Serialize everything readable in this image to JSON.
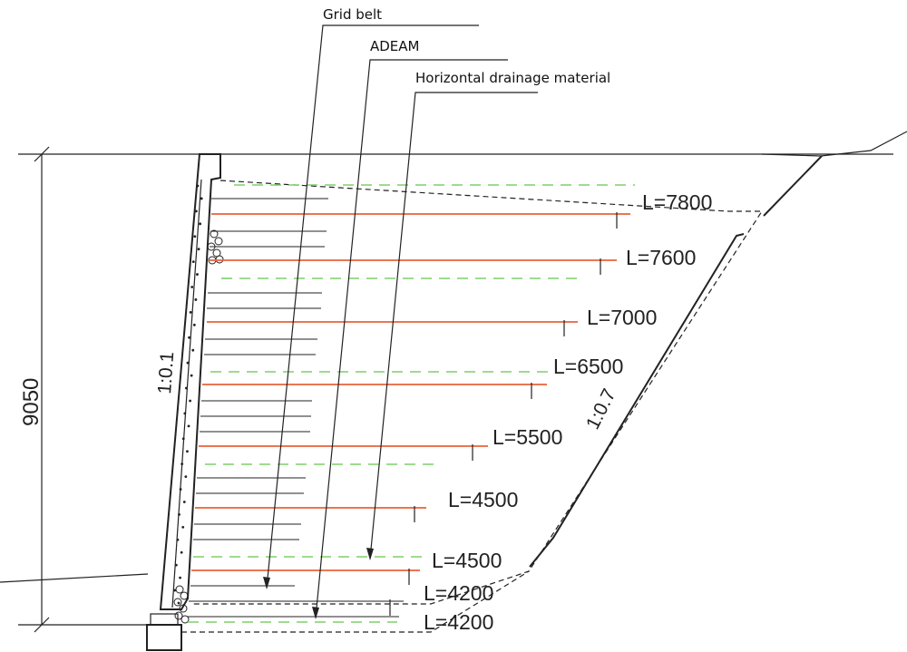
{
  "callouts": {
    "grid_belt": "Grid belt",
    "adeam": "ADEAM",
    "drainage": "Horizontal drainage material"
  },
  "dimension": {
    "height": "9050"
  },
  "slopes": {
    "wall": "1:0.1",
    "back": "1:0.7"
  },
  "lengths": [
    "L=7800",
    "L=7600",
    "L=7000",
    "L=6500",
    "L=5500",
    "L=4500",
    "L=4500",
    "L=4200",
    "L=4200"
  ],
  "colors": {
    "reinforcement": "#e8623a",
    "drainage": "#7fcf6a",
    "line": "#222222"
  }
}
